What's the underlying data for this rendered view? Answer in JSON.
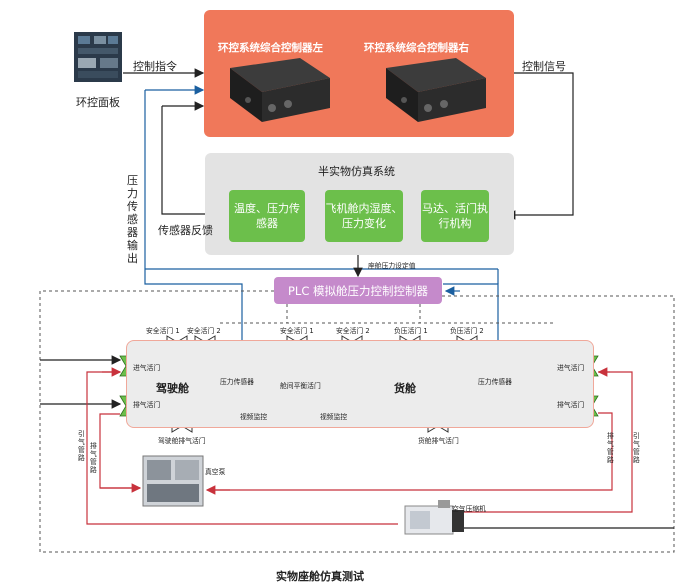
{
  "panel": {
    "label": "环控面板"
  },
  "arrows": {
    "control_command": "控制指令",
    "control_signal": "控制信号",
    "sensor_feedback": "传感器反馈",
    "pressure_sensor_output": "压力传感器输出",
    "cabin_pressure_setpoint": "座舱压力设定值"
  },
  "controllers": {
    "left": "环控系统综合控制器左",
    "right": "环控系统综合控制器右"
  },
  "semi_physical": {
    "title": "半实物仿真系统",
    "box_left": "温度、压力传感器",
    "box_mid": "飞机舱内湿度、压力变化",
    "box_right": "马达、活门执行机构"
  },
  "plc": {
    "label": "PLC 模拟舱压力控制控制器"
  },
  "cabin": {
    "cockpit": "驾驶舱",
    "cargo": "货舱",
    "safety_valve_1": "安全活门 1",
    "safety_valve_2": "安全活门 2",
    "neg_pressure_valve_1": "负压活门 1",
    "neg_pressure_valve_2": "负压活门 2",
    "inlet_valve": "进气活门",
    "exhaust_valve": "排气活门",
    "pressure_sensor": "压力传感器",
    "balance_valve": "舱间平衡活门",
    "video_monitor": "视频监控",
    "cockpit_exhaust_valve": "驾驶舱排气活门",
    "cargo_exhaust_valve": "货舱排气活门"
  },
  "equipment": {
    "vacuum_pump": "真空泵",
    "air_compressor": "空气压缩机",
    "exhaust_pipe": "排气管路",
    "intake_pipe": "引气管路"
  },
  "caption": "实物座舱仿真测试",
  "colors": {
    "controller_bg": "#f0785a",
    "semi_bg": "#e3e3e3",
    "green_box": "#6cbf4b",
    "plc_bg": "#c58acb",
    "blue_line": "#1a5fa0",
    "red_line": "#c8323c",
    "valve_green": "#6cbf4b"
  }
}
